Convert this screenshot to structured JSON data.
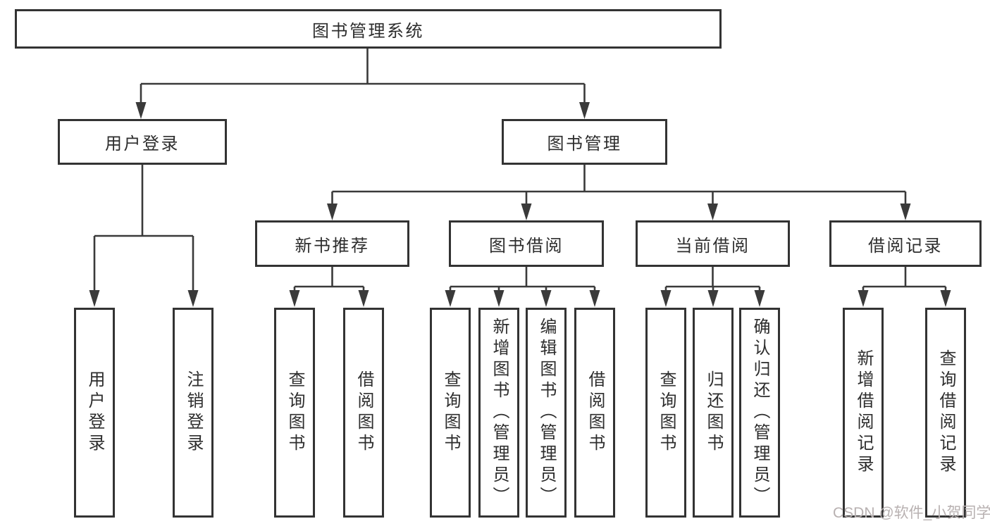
{
  "diagram": {
    "root": {
      "label": "图书管理系统"
    },
    "branches": [
      {
        "label": "用户登录",
        "children": [
          {
            "label": "用户登录"
          },
          {
            "label": "注销登录"
          }
        ]
      },
      {
        "label": "图书管理",
        "children": [
          {
            "label": "新书推荐",
            "children": [
              {
                "label": "查询图书"
              },
              {
                "label": "借阅图书"
              }
            ]
          },
          {
            "label": "图书借阅",
            "children": [
              {
                "label": "查询图书"
              },
              {
                "label": "新增图书（管理员）"
              },
              {
                "label": "编辑图书（管理员）"
              },
              {
                "label": "借阅图书"
              }
            ]
          },
          {
            "label": "当前借阅",
            "children": [
              {
                "label": "查询图书"
              },
              {
                "label": "归还图书"
              },
              {
                "label": "确认归还（管理员）"
              }
            ]
          },
          {
            "label": "借阅记录",
            "children": [
              {
                "label": "新增借阅记录"
              },
              {
                "label": "查询借阅记录"
              }
            ]
          }
        ]
      }
    ]
  },
  "watermark": "CSDN @软件_小贺同学",
  "colors": {
    "line": "#3a3a3a",
    "border": "#333333",
    "text": "#2d2d2d",
    "watermark": "#b8b1b1",
    "background": "#ffffff"
  }
}
